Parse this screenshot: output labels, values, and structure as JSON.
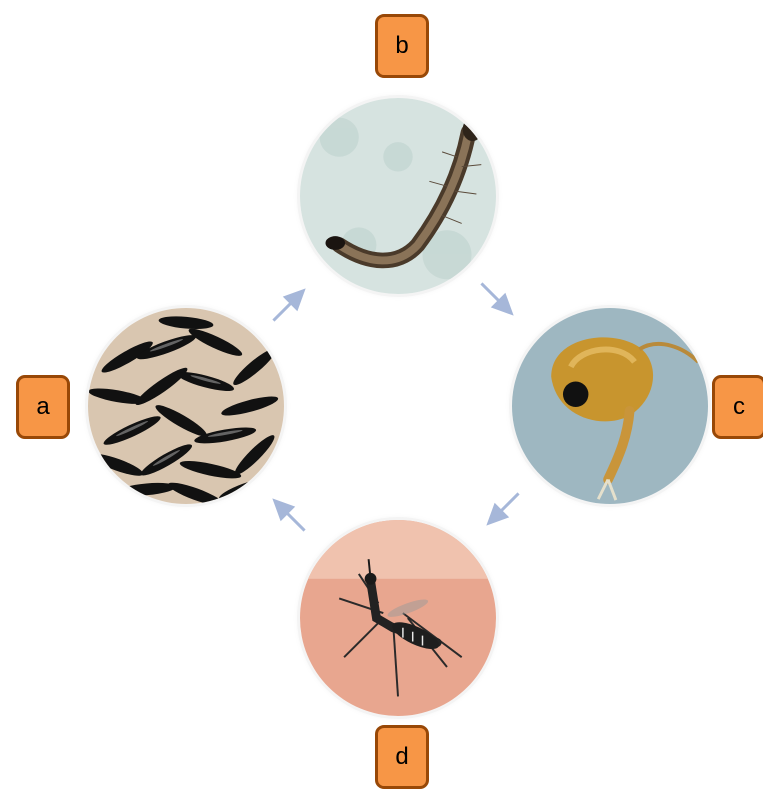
{
  "diagram": {
    "stages": [
      {
        "label": "a",
        "image": "mosquito-eggs"
      },
      {
        "label": "b",
        "image": "mosquito-larva"
      },
      {
        "label": "c",
        "image": "mosquito-pupa"
      },
      {
        "label": "d",
        "image": "adult-mosquito"
      }
    ],
    "arrow_color": "#a6b7d9",
    "label_fill": "#f79646",
    "label_border": "#984807"
  }
}
